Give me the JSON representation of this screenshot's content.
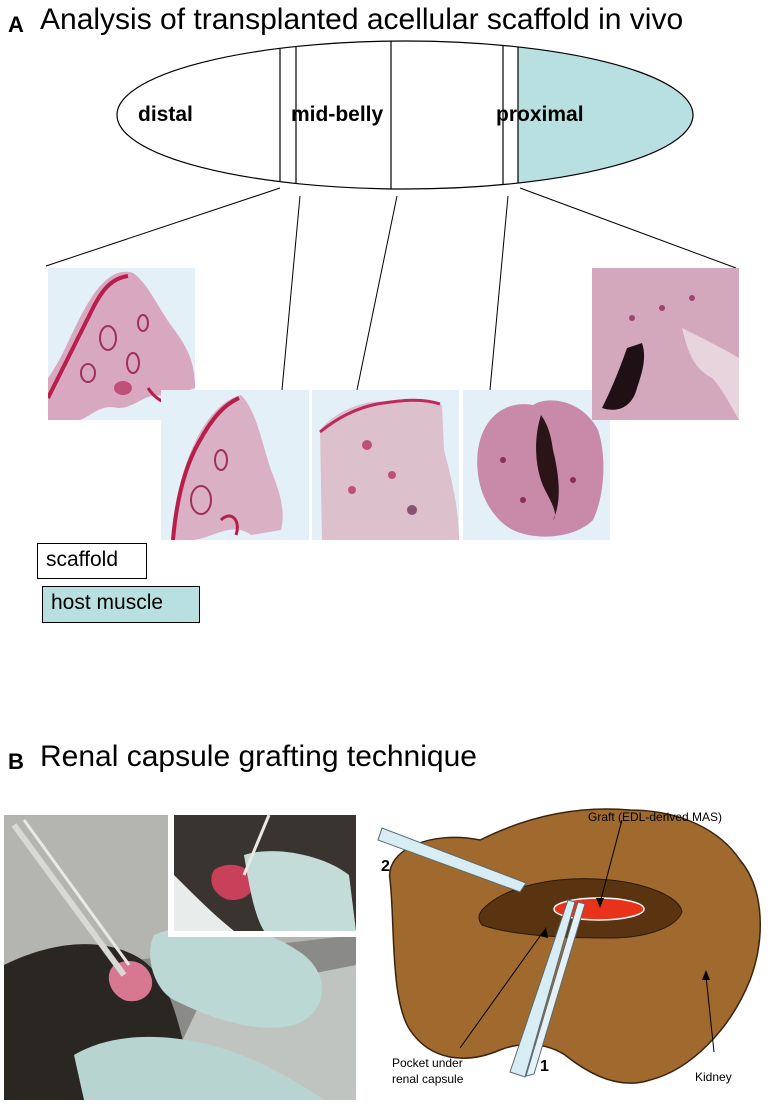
{
  "panel_a": {
    "letter": "A",
    "title": "Analysis of transplanted acellular scaffold in vivo",
    "regions": {
      "distal": "distal",
      "mid_belly": "mid-belly",
      "proximal": "proximal"
    },
    "legend": {
      "scaffold": "scaffold",
      "host_muscle": "host muscle"
    },
    "colors": {
      "host_muscle": "#b8e0e0",
      "tissue_stain": "#b84a6e",
      "slide_background": "#e4f0f8"
    }
  },
  "panel_b": {
    "letter": "B",
    "title": "Renal capsule grafting technique",
    "diagram": {
      "graft_label": "Graft (EDL-derived MAS)",
      "pocket_label_line1": "Pocket under",
      "pocket_label_line2": "renal capsule",
      "kidney_label": "Kidney",
      "needle_1": "1",
      "needle_2": "2"
    },
    "colors": {
      "kidney": "#a0692e",
      "pocket": "#5a3310",
      "graft": "#e8321a",
      "needle": "#d8ecf4"
    }
  }
}
